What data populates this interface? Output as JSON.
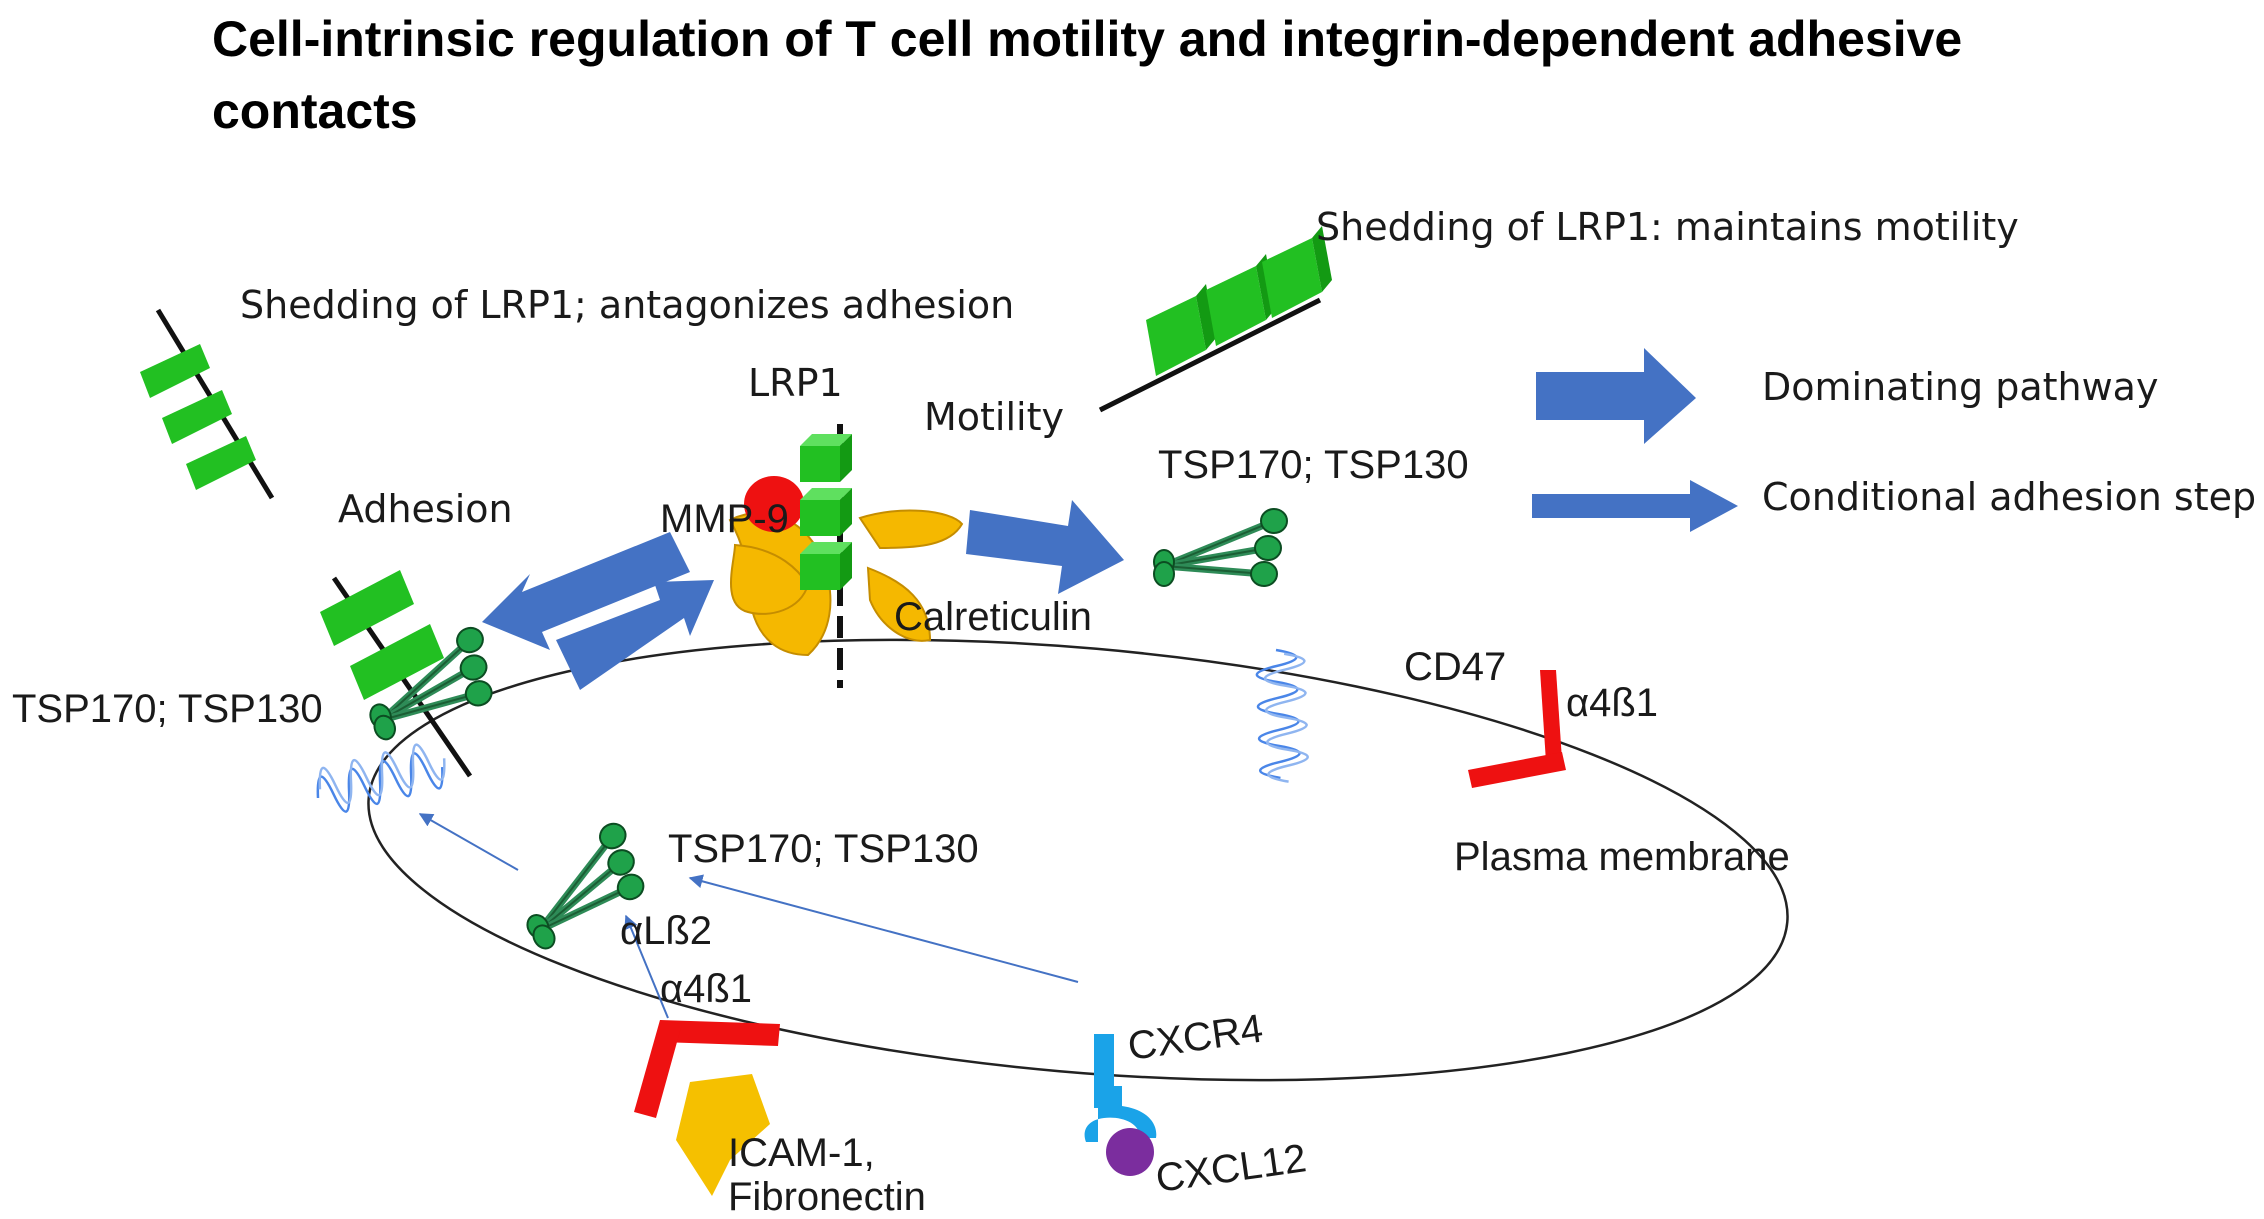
{
  "title": {
    "line1": "Cell-intrinsic regulation of T cell motility and integrin-dependent adhesive",
    "line2": "contacts"
  },
  "labels": {
    "shedding_antagonizes": "Shedding of LRP1; antagonizes adhesion",
    "shedding_maintains": "Shedding of LRP1: maintains motility",
    "lrp1": "LRP1",
    "motility": "Motility",
    "adhesion": "Adhesion",
    "mmp9": "MMP-9",
    "calreticulin": "Calreticulin",
    "tsp_left": "TSP170; TSP130",
    "tsp_right": "TSP170; TSP130",
    "tsp_inner": "TSP170; TSP130",
    "cd47": "CD47",
    "a4b1_right": "α4ß1",
    "plasma_membrane": "Plasma membrane",
    "alb2": "αLß2",
    "a4b1_bottom": "α4ß1",
    "icam_line1": "ICAM-1,",
    "icam_line2": "Fibronectin",
    "cxcr4": "CXCR4",
    "cxcl12": "CXCL12"
  },
  "legend": {
    "dominating": "Dominating pathway",
    "conditional": "Conditional adhesion step"
  },
  "colors": {
    "arrow_blue": "#4472c4",
    "lrp1_green": "#22c022",
    "tsp_green": "#2e8b57",
    "integrin_red": "#ee1111",
    "calreticulin_orange": "#f5b800",
    "mmp9_red": "#ee1111",
    "cd47_blue": "#4a86e8",
    "cxcr4_cyan": "#1aa3e8",
    "cxcl12_purple": "#7b2d9e",
    "icam_yellow": "#f5c000"
  }
}
